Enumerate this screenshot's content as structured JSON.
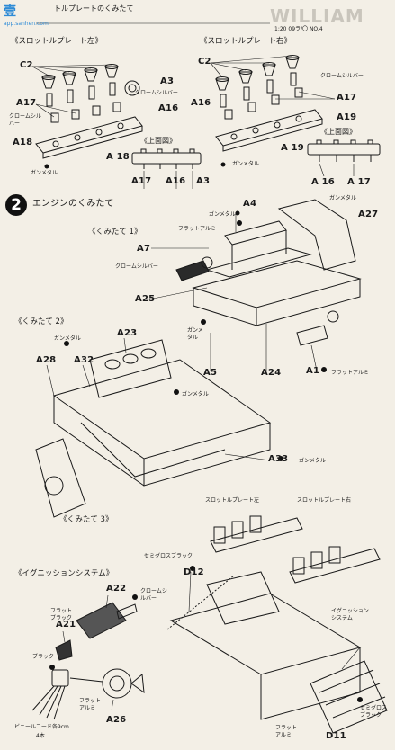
{
  "header": {
    "top_title": "トルプレートのくみたて",
    "logo_text": "WILLIAM",
    "logo_sub": "1:20 09ラ/〇 NO.4",
    "watermark_cn": "壹",
    "watermark_url": "app.sanhen.com"
  },
  "section1": {
    "left_title": "《スロットルプレート左》",
    "right_title": "《スロットルプレート右》",
    "left": {
      "c2": "C2",
      "a3": "A3",
      "chrome_silver": "クロームシルバー",
      "a16": "A16",
      "a17": "A17",
      "chrome_silver_split": "クロームシルバー",
      "a18": "A18",
      "gunmetal": "ガンメタル",
      "top_view": "《上面図》",
      "tv_a18": "A 18",
      "tv_a17": "A17",
      "tv_a16": "A16",
      "tv_a3": "A3"
    },
    "right": {
      "c2": "C2",
      "chrome_silver": "クロームシルバー",
      "a16": "A16",
      "a17": "A17",
      "a19": "A19",
      "gunmetal": "ガンメタル",
      "top_view": "《上面図》",
      "tv_a19": "A 19",
      "tv_a16": "A 16",
      "tv_a17": "A 17"
    }
  },
  "section2": {
    "step_number": "2",
    "title": "エンジンのくみたて",
    "sub1": "《くみたて 1》",
    "a4": "A4",
    "gunmetal_a4": "ガンメタル",
    "flat_alumi_a7": "フラットアルミ",
    "a7": "A7",
    "chrome_silver": "クロームシルバー",
    "gunmetal_a27": "ガンメタル",
    "a27": "A27",
    "a25": "A25",
    "gun_metal_split": "ガンメタル",
    "a5": "A5",
    "a24": "A24",
    "a1": "A1",
    "flat_alumi_a1": "フラットアルミ"
  },
  "sub2": {
    "title": "《くみたて 2》",
    "gunmetal": "ガンメタル",
    "a23": "A23",
    "a28": "A28",
    "a32": "A32",
    "gunmetal_b": "ガンメタル",
    "a33": "A33",
    "gunmetal_a33": "ガンメタル"
  },
  "sub3": {
    "title": "《くみたて 3》",
    "throttle_left": "スロットルプレート左",
    "throttle_right": "スロットルプレート右",
    "semigloss_black": "セミグロスブラック",
    "d12": "D12",
    "ignition_system": "イグニッションシステム",
    "d11": "D11",
    "semigloss_black_b": "セミグロスブラック",
    "flat_alumi": "フラットアルミ"
  },
  "ignition": {
    "title": "《イグニッションシステム》",
    "a22": "A22",
    "chrome_silver": "クロームシルバー",
    "flat_black": "フラットブラック",
    "a21": "A21",
    "black": "ブラック",
    "flat_alumi": "フラットアルミ",
    "vinyl_cord": "ビニールコード各9cm",
    "four_pcs": "4本",
    "a26": "A26"
  }
}
